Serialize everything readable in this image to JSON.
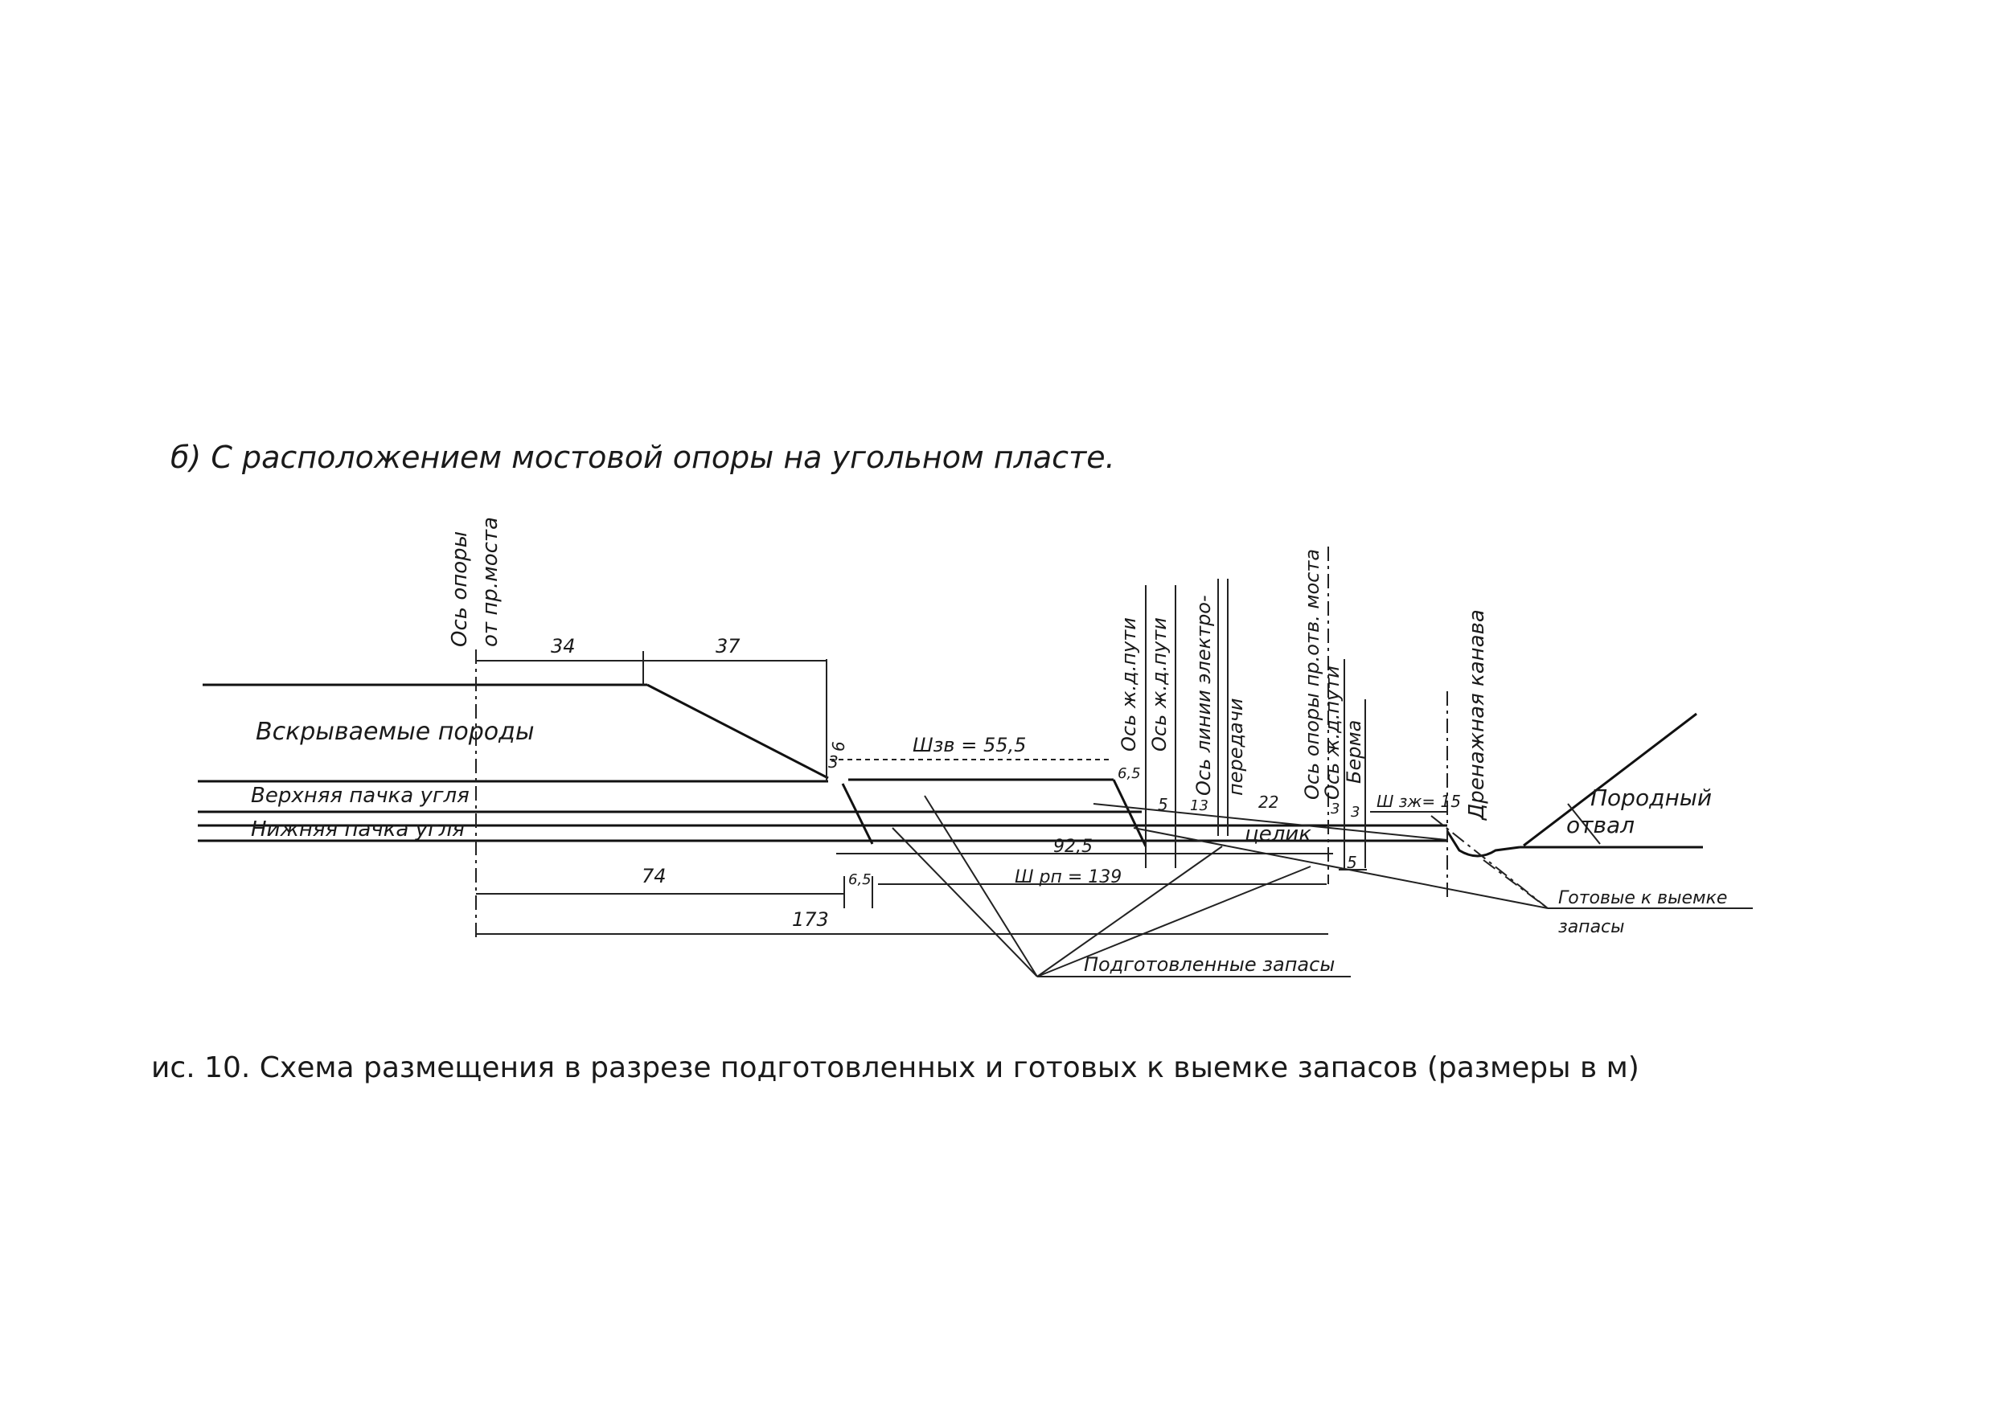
{
  "subtitle": "б) С расположением мостовой опоры на угольном пласте.",
  "caption": "ис. 10. Схема размещения в разрезе подготовленных и готовых к выемке запасов (размеры в м)",
  "vertical_labels": {
    "bridge_support_axis_1": "Ось опоры",
    "bridge_support_axis_2": "от пр.моста",
    "rail_axis_1": "Ось ж.д.пути",
    "rail_axis_2": "Ось ж.д.пути",
    "power_line_axis_1": "Ось линии электро-",
    "power_line_axis_2": "передачи",
    "support_axis": "Ось опоры пр.отв. моста",
    "rail_axis_3": "Ось ж.д.пути",
    "berm": "Берма",
    "drainage": "Дренажная канава"
  },
  "region_labels": {
    "overburden": "Вскрываемые породы",
    "upper_seam": "Верхняя пачка угля",
    "lower_seam": "Нижняя пачка угля",
    "pillar": "целик",
    "dump_1": "Породный",
    "dump_2": "отвал",
    "ready_reserves_1": "Готовые к выемке",
    "ready_reserves_2": "запасы",
    "prepared_reserves": "Подготовленные запасы"
  },
  "dimensions": {
    "d34": "34",
    "d37": "37",
    "d6_top": "6",
    "d3_top": "3",
    "shzv": "Шзв = 55,5",
    "d6_5_a": "6,5",
    "d5": "5",
    "d13": "13",
    "d22": "22",
    "d3_b": "3",
    "d3_c": "3",
    "shzh": "Ш зж= 15",
    "d92_5": "92,5",
    "d74": "74",
    "d6_5_b": "6,5",
    "shrp": "Ш рп = 139",
    "d5_b": "5",
    "d173": "173"
  }
}
